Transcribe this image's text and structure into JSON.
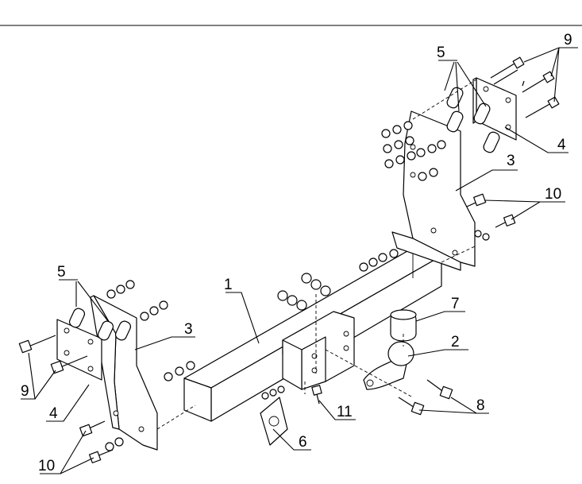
{
  "labels": {
    "l1": "1",
    "l2": "2",
    "l3a": "3",
    "l3b": "3",
    "l4a": "4",
    "l4b": "4",
    "l5a": "5",
    "l5b": "5",
    "l6": "6",
    "l7": "7",
    "l8": "8",
    "l9a": "9",
    "l9b": "9",
    "l10a": "10",
    "l10b": "10",
    "l11": "11"
  }
}
